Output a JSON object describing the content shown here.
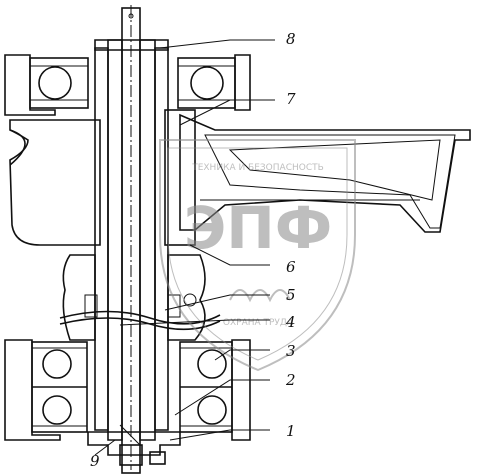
{
  "drawing": {
    "callouts": [
      {
        "id": "1",
        "label": "1"
      },
      {
        "id": "2",
        "label": "2"
      },
      {
        "id": "3",
        "label": "3"
      },
      {
        "id": "4",
        "label": "4"
      },
      {
        "id": "5",
        "label": "5"
      },
      {
        "id": "6",
        "label": "6"
      },
      {
        "id": "7",
        "label": "7"
      },
      {
        "id": "8",
        "label": "8"
      },
      {
        "id": "9",
        "label": "9"
      }
    ]
  },
  "watermark": {
    "top_text": "ТЕХНИКА И БЕЗОПАСНОСТЬ",
    "monogram": "ЭПФ",
    "bottom_text": "ОХРАНА ТРУДА"
  },
  "colors": {
    "ink": "#111111",
    "hatch": "#111111",
    "watermark": "#8a8a8a",
    "paper": "#ffffff"
  }
}
